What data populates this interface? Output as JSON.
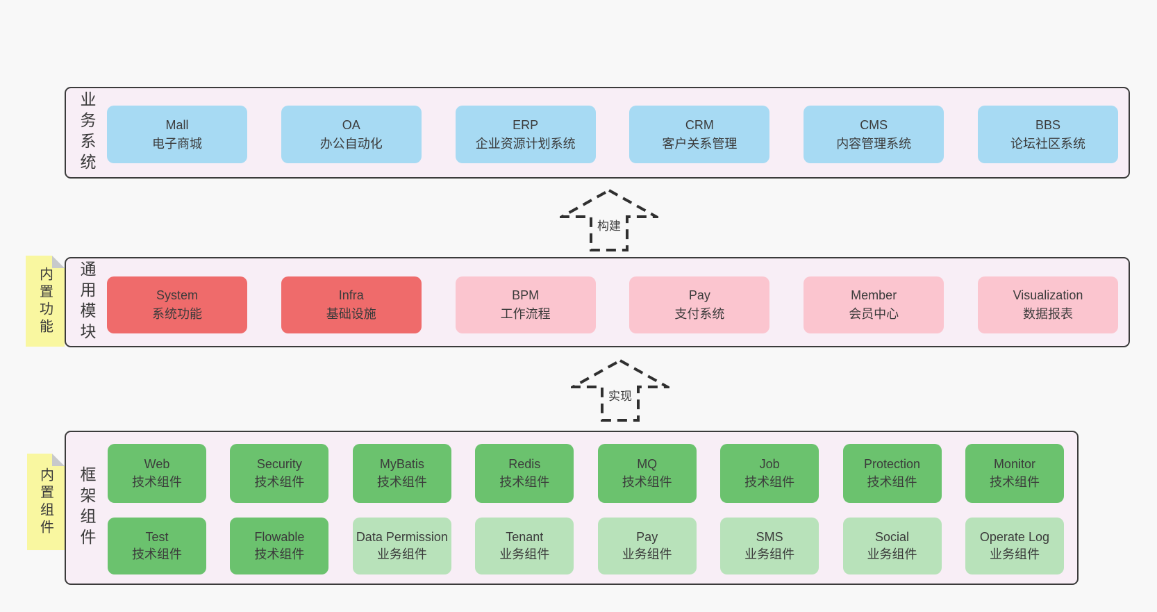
{
  "canvas": {
    "background": "#f8f8f8"
  },
  "palette": {
    "band_background": "#f8eef6",
    "band_border": "#3b3b3b",
    "blue_box": "#a7daf3",
    "red_box": "#ef6b6b",
    "pink_box": "#fbc5cf",
    "green_box": "#6bc26e",
    "light_green_box": "#b8e2ba",
    "sticky_yellow": "#f9f7a0",
    "sticky_fold_gray": "#c7c9cb",
    "text": "#3b3b3b"
  },
  "arrows": [
    {
      "label": "构建"
    },
    {
      "label": "实现"
    }
  ],
  "bands": [
    {
      "label": "业务系统",
      "boxes": [
        {
          "title": "Mall",
          "subtitle": "电子商城",
          "variant": "blue"
        },
        {
          "title": "OA",
          "subtitle": "办公自动化",
          "variant": "blue"
        },
        {
          "title": "ERP",
          "subtitle": "企业资源计划系统",
          "variant": "blue"
        },
        {
          "title": "CRM",
          "subtitle": "客户关系管理",
          "variant": "blue"
        },
        {
          "title": "CMS",
          "subtitle": "内容管理系统",
          "variant": "blue"
        },
        {
          "title": "BBS",
          "subtitle": "论坛社区系统",
          "variant": "blue"
        }
      ]
    },
    {
      "label": "通用模块",
      "sticky": "内置功能",
      "boxes": [
        {
          "title": "System",
          "subtitle": "系统功能",
          "variant": "red"
        },
        {
          "title": "Infra",
          "subtitle": "基础设施",
          "variant": "red"
        },
        {
          "title": "BPM",
          "subtitle": "工作流程",
          "variant": "pink"
        },
        {
          "title": "Pay",
          "subtitle": "支付系统",
          "variant": "pink"
        },
        {
          "title": "Member",
          "subtitle": "会员中心",
          "variant": "pink"
        },
        {
          "title": "Visualization",
          "subtitle": "数据报表",
          "variant": "pink"
        }
      ]
    },
    {
      "label": "框架组件",
      "sticky": "内置组件",
      "rows": [
        [
          {
            "title": "Web",
            "subtitle": "技术组件",
            "variant": "green"
          },
          {
            "title": "Security",
            "subtitle": "技术组件",
            "variant": "green"
          },
          {
            "title": "MyBatis",
            "subtitle": "技术组件",
            "variant": "green"
          },
          {
            "title": "Redis",
            "subtitle": "技术组件",
            "variant": "green"
          },
          {
            "title": "MQ",
            "subtitle": "技术组件",
            "variant": "green"
          },
          {
            "title": "Job",
            "subtitle": "技术组件",
            "variant": "green"
          },
          {
            "title": "Protection",
            "subtitle": "技术组件",
            "variant": "green"
          },
          {
            "title": "Monitor",
            "subtitle": "技术组件",
            "variant": "green"
          }
        ],
        [
          {
            "title": "Test",
            "subtitle": "技术组件",
            "variant": "green"
          },
          {
            "title": "Flowable",
            "subtitle": "技术组件",
            "variant": "green"
          },
          {
            "title": "Data Permission",
            "subtitle": "业务组件",
            "variant": "lightgreen"
          },
          {
            "title": "Tenant",
            "subtitle": "业务组件",
            "variant": "lightgreen"
          },
          {
            "title": "Pay",
            "subtitle": "业务组件",
            "variant": "lightgreen"
          },
          {
            "title": "SMS",
            "subtitle": "业务组件",
            "variant": "lightgreen"
          },
          {
            "title": "Social",
            "subtitle": "业务组件",
            "variant": "lightgreen"
          },
          {
            "title": "Operate Log",
            "subtitle": "业务组件",
            "variant": "lightgreen"
          }
        ]
      ]
    }
  ]
}
